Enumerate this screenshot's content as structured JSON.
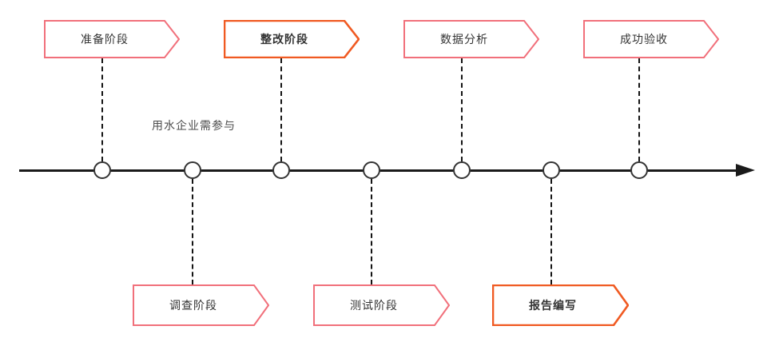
{
  "diagram": {
    "type": "timeline-flowchart",
    "note": "用水企业需参与",
    "stages_top": [
      {
        "label": "准备阶段",
        "emphasis": false
      },
      {
        "label": "整改阶段",
        "emphasis": true
      },
      {
        "label": "数据分析",
        "emphasis": false
      },
      {
        "label": "成功验收",
        "emphasis": false
      }
    ],
    "stages_bottom": [
      {
        "label": "调查阶段",
        "emphasis": false
      },
      {
        "label": "测试阶段",
        "emphasis": false
      },
      {
        "label": "报告编写",
        "emphasis": true
      }
    ],
    "timeline": {
      "node_count": 7,
      "direction": "left-to-right"
    },
    "colors": {
      "stage_default_border": "#F1707B",
      "stage_emphasis_border": "#F05A22",
      "axis": "#1a1a1a",
      "node_border": "#333333",
      "label_text": "#333333",
      "note_text": "#4d4d4d",
      "background": "#ffffff"
    }
  }
}
